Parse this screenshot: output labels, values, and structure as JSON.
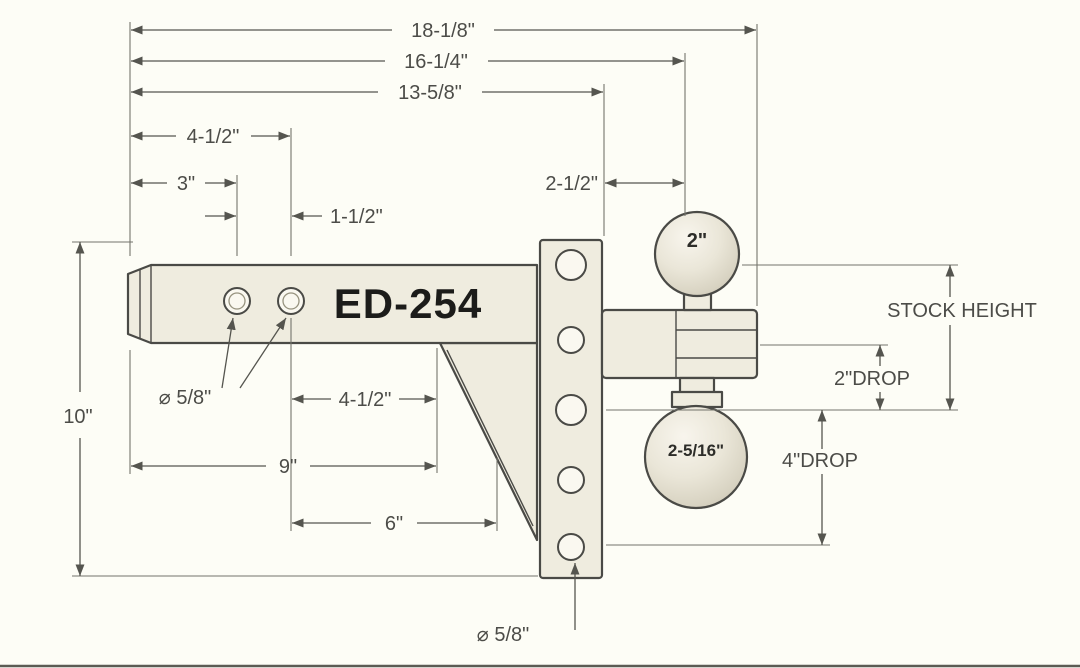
{
  "drawing": {
    "model": "ED-254",
    "balls": {
      "top": "2\"",
      "bottom": "2-5/16\""
    }
  },
  "dims": {
    "overall_18": "18-1/8\"",
    "len_16": "16-1/4\"",
    "len_13": "13-5/8\"",
    "top_4_5": "4-1/2\"",
    "top_3": "3\"",
    "spacing_1_5": "1-1/2\"",
    "offset_2_5": "2-1/2\"",
    "height_10": "10\"",
    "dia_shank": "⌀ 5/8\"",
    "bot_4_5": "4-1/2\"",
    "bot_9": "9\"",
    "bot_6": "6\"",
    "dia_channel": "⌀ 5/8\"",
    "stock_height": "STOCK HEIGHT",
    "drop2": "2\"DROP",
    "drop4": "4\"DROP"
  },
  "colors": {
    "body_fill": "#efecdf",
    "line": "#4a4a46",
    "dim": "#55554f",
    "background": "#fdfdf6"
  }
}
